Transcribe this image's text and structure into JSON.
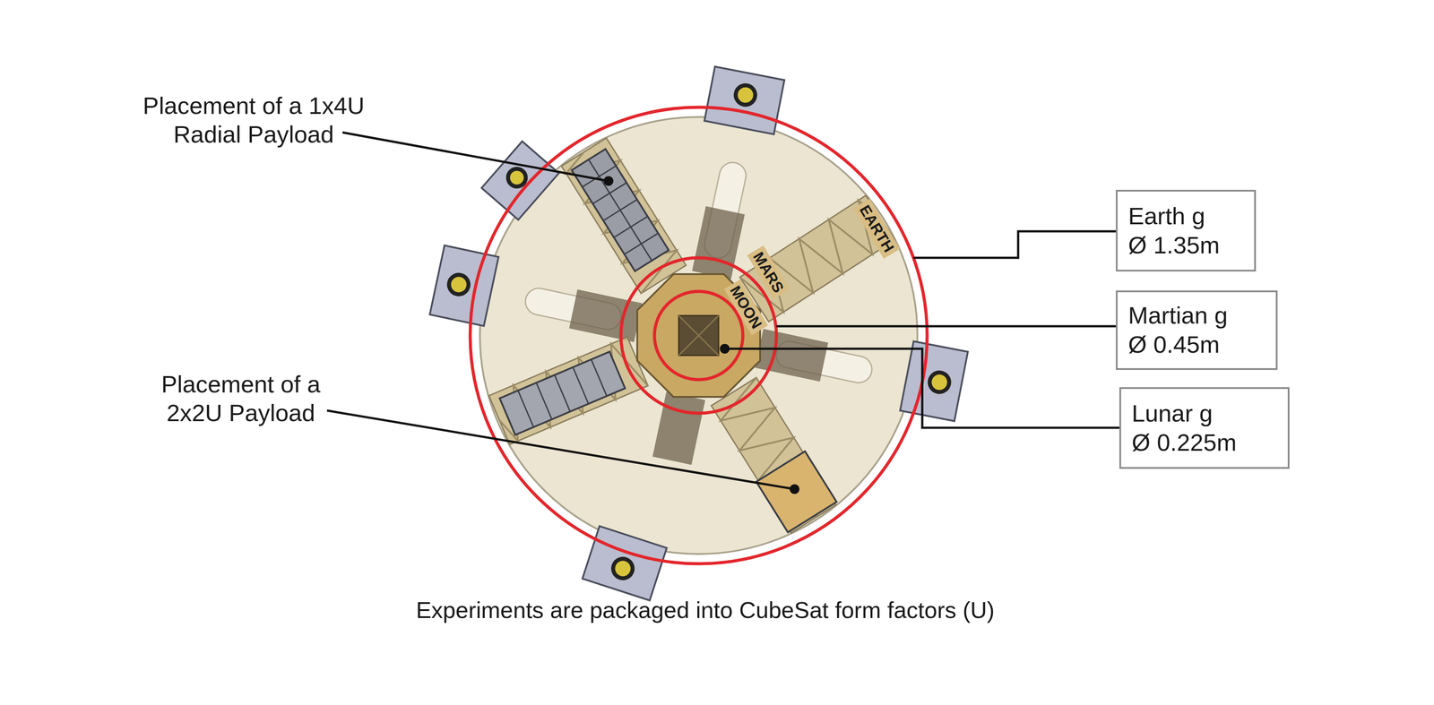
{
  "diagram": {
    "caption": "Experiments are packaged into CubeSat form factors (U)",
    "nodes": [
      {
        "text": [
          "Earth g",
          "Ø 1.35m"
        ]
      },
      {
        "text": [
          "Martian g",
          "Ø 0.45m"
        ]
      },
      {
        "text": [
          "Lunar g",
          "Ø 0.225m"
        ]
      }
    ],
    "labels": [
      "Placement of a 1x4U Radial Payload",
      "Placement of a 2x2U Payload",
      "EARTH",
      "MARS",
      "MOON"
    ]
  }
}
